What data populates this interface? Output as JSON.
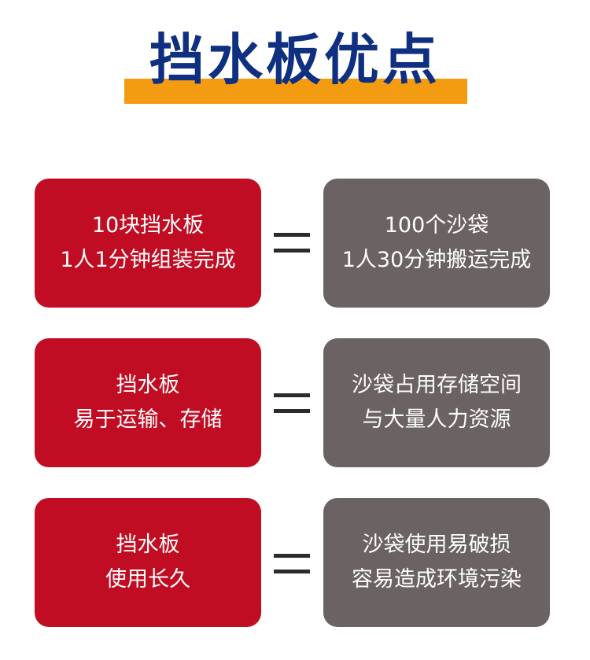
{
  "title": "挡水板优点",
  "colors": {
    "title": "#0f2f80",
    "accent_bar": "#f39c12",
    "left_card": "#c00d23",
    "right_card": "#6b6363",
    "equals": "#2b2b2b"
  },
  "rows": [
    {
      "left": {
        "line1": "10块挡水板",
        "line2": "1人1分钟组装完成"
      },
      "right": {
        "line1": "100个沙袋",
        "line2": "1人30分钟搬运完成"
      }
    },
    {
      "left": {
        "line1": "挡水板",
        "line2": "易于运输、存储"
      },
      "right": {
        "line1": "沙袋占用存储空间",
        "line2": "与大量人力资源"
      }
    },
    {
      "left": {
        "line1": "挡水板",
        "line2": "使用长久"
      },
      "right": {
        "line1": "沙袋使用易破损",
        "line2": "容易造成环境污染"
      }
    }
  ]
}
